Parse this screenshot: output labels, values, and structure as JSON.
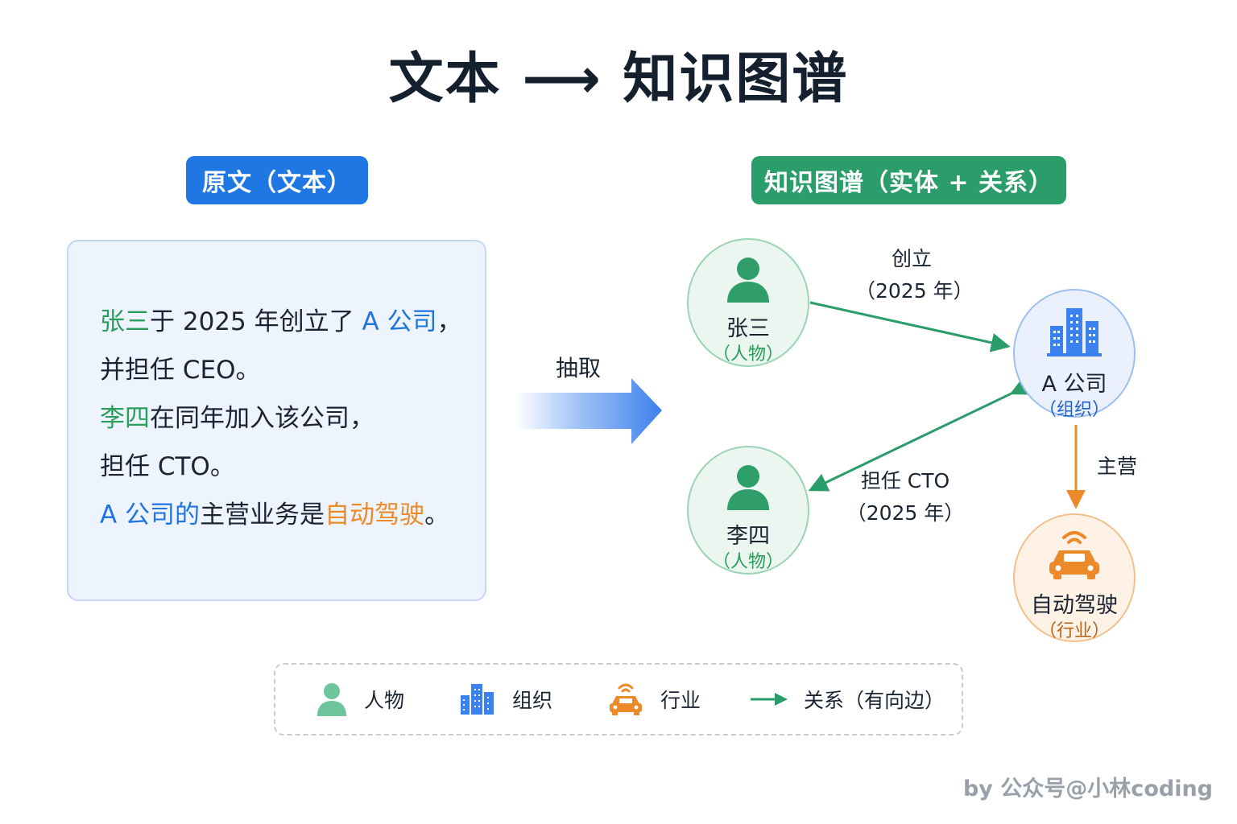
{
  "title": "文本 ⟶ 知识图谱",
  "left_header": "原文（文本）",
  "right_header": "知识图谱（实体 + 关系）",
  "source_text": {
    "line1": {
      "p1": "张三",
      "p2": "于 2025 年创立了 ",
      "p3": "A 公司",
      "p4": "，"
    },
    "line2": {
      "p1": "并担任 CEO。"
    },
    "line3": {
      "p1": "李四",
      "p2": "在同年加入该公司，"
    },
    "line4": {
      "p1": "担任 CTO。"
    },
    "line5": {
      "p1": "A 公司的",
      "p2": "主营业务是",
      "p3": "自动驾驶",
      "p4": "。"
    }
  },
  "extract_label": "抽取",
  "nodes": {
    "zhangsan": {
      "label": "张三",
      "type": "（人物）",
      "icon": "person-icon"
    },
    "lisi": {
      "label": "李四",
      "type": "（人物）",
      "icon": "person-icon"
    },
    "company": {
      "label": "A 公司",
      "type": "（组织）",
      "icon": "building-icon"
    },
    "industry": {
      "label": "自动驾驶",
      "type": "（行业）",
      "icon": "car-icon"
    }
  },
  "edges": {
    "founded": {
      "line1": "创立",
      "line2": "（2025 年）"
    },
    "cto": {
      "line1": "担任 CTO",
      "line2": "（2025 年）"
    },
    "main": {
      "line1": "主营"
    }
  },
  "legend": {
    "person": "人物",
    "org": "组织",
    "industry": "行业",
    "relation": "关系（有向边）"
  },
  "watermark": "by 公众号@小林coding",
  "colors": {
    "blue": "#1f77e3",
    "green": "#2a9d6a",
    "orange": "#ec8a2a",
    "person_fill": "#2f9e6a",
    "org_fill": "#3b82f0"
  }
}
